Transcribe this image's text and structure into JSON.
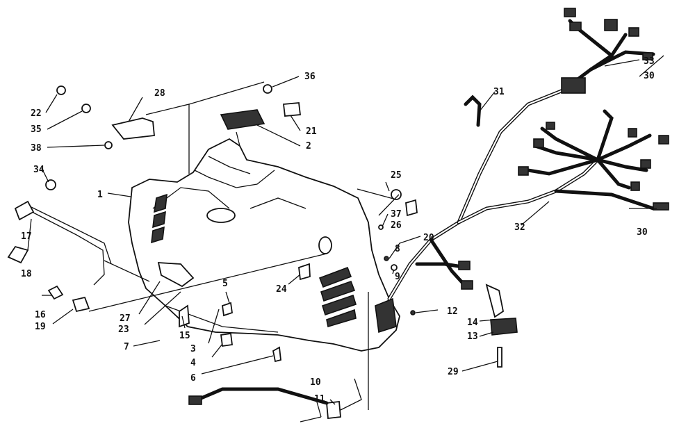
{
  "callouts": [
    {
      "id": "c1",
      "text": "1"
    },
    {
      "id": "c2",
      "text": "2"
    },
    {
      "id": "c3",
      "text": "3"
    },
    {
      "id": "c4",
      "text": "4"
    },
    {
      "id": "c5",
      "text": "5"
    },
    {
      "id": "c6",
      "text": "6"
    },
    {
      "id": "c7",
      "text": "7"
    },
    {
      "id": "c8",
      "text": "8"
    },
    {
      "id": "c9",
      "text": "9"
    },
    {
      "id": "c10",
      "text": "10"
    },
    {
      "id": "c11",
      "text": "11"
    },
    {
      "id": "c12",
      "text": "12"
    },
    {
      "id": "c13",
      "text": "13"
    },
    {
      "id": "c14",
      "text": "14"
    },
    {
      "id": "c15",
      "text": "15"
    },
    {
      "id": "c16",
      "text": "16"
    },
    {
      "id": "c17",
      "text": "17"
    },
    {
      "id": "c18",
      "text": "18"
    },
    {
      "id": "c19",
      "text": "19"
    },
    {
      "id": "c20",
      "text": "20"
    },
    {
      "id": "c21",
      "text": "21"
    },
    {
      "id": "c22",
      "text": "22"
    },
    {
      "id": "c23",
      "text": "23"
    },
    {
      "id": "c24",
      "text": "24"
    },
    {
      "id": "c25",
      "text": "25"
    },
    {
      "id": "c26",
      "text": "26"
    },
    {
      "id": "c27",
      "text": "27"
    },
    {
      "id": "c28",
      "text": "28"
    },
    {
      "id": "c29",
      "text": "29"
    },
    {
      "id": "c30a",
      "text": "30"
    },
    {
      "id": "c30b",
      "text": "30"
    },
    {
      "id": "c31",
      "text": "31"
    },
    {
      "id": "c32",
      "text": "32"
    },
    {
      "id": "c33",
      "text": "33"
    },
    {
      "id": "c34",
      "text": "34"
    },
    {
      "id": "c35",
      "text": "35"
    },
    {
      "id": "c36",
      "text": "36"
    },
    {
      "id": "c37",
      "text": "37"
    },
    {
      "id": "c38",
      "text": "38"
    }
  ]
}
